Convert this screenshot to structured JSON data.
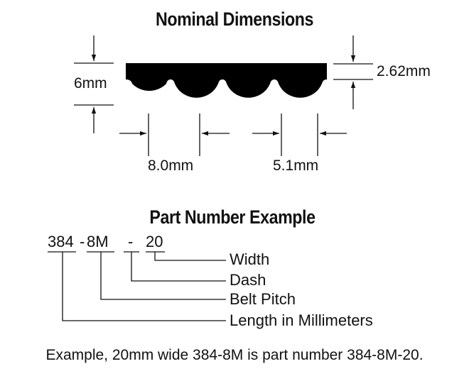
{
  "nominal_dimensions": {
    "title": "Nominal Dimensions",
    "belt_height": "6mm",
    "tooth_height": "2.62mm",
    "pitch": "8.0mm",
    "tooth_width": "5.1mm"
  },
  "part_number_example": {
    "title": "Part Number Example",
    "segments": {
      "length": "384",
      "sep1": "-",
      "pitch": "8M",
      "dash": "-",
      "width": "20"
    },
    "labels": {
      "width": "Width",
      "dash": "Dash",
      "belt_pitch": "Belt Pitch",
      "length": "Length in Millimeters"
    }
  },
  "footer": {
    "example_text": "Example, 20mm wide 384-8M is part number 384-8M-20."
  },
  "colors": {
    "ink": "#111111",
    "background": "#ffffff"
  }
}
